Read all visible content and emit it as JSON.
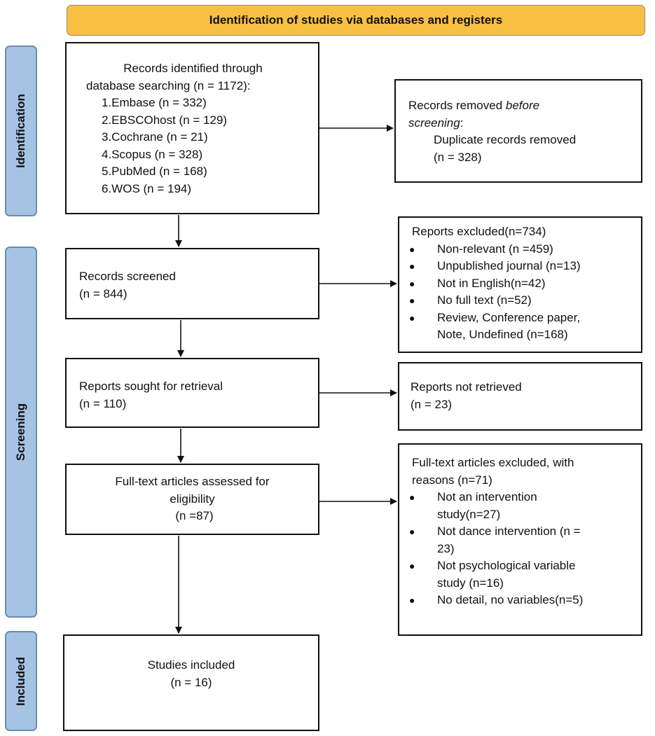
{
  "banner": "Identification of studies via databases and registers",
  "phases": {
    "identification": "Identification",
    "screening": "Screening",
    "included": "Included"
  },
  "identified": {
    "line1": "Records identified through",
    "line2": "database searching (n = 1172):",
    "sources": [
      "1.Embase (n = 332)",
      "2.EBSCOhost (n = 129)",
      "3.Cochrane (n = 21)",
      "4.Scopus (n = 328)",
      "5.PubMed (n = 168)",
      "6.WOS (n = 194)"
    ]
  },
  "removed": {
    "prefix": "Records removed ",
    "em1": "before",
    "em2": "screening",
    "colon": ":",
    "detail": "Duplicate records removed",
    "count": "(n = 328)"
  },
  "screened": {
    "title": "Records screened",
    "count": "(n = 844)"
  },
  "excluded_reports": {
    "title": "Reports excluded(n=734)",
    "items": [
      "Non-relevant (n =459)",
      "Unpublished journal (n=13)",
      "Not in English(n=42)",
      "No full text (n=52)"
    ],
    "item5_line1": "Review, Conference paper,",
    "item5_line2": "Note, Undefined (n=168)"
  },
  "sought": {
    "title": "Reports sought for retrieval",
    "count": "(n = 110)"
  },
  "not_retrieved": {
    "title": "Reports not retrieved",
    "count": "(n = 23)"
  },
  "assessed": {
    "line1": "Full-text articles assessed for",
    "line2": "eligibility",
    "count": "(n =87)"
  },
  "fulltext_excluded": {
    "line1": "Full-text articles excluded, with",
    "line2": "reasons (n=71)",
    "items": [
      [
        "Not an intervention",
        "study(n=27)"
      ],
      [
        "Not dance intervention (n =",
        "23)"
      ],
      [
        "Not psychological variable",
        "study (n=16)"
      ],
      [
        "No detail, no variables(n=5)"
      ]
    ]
  },
  "included": {
    "title": "Studies included",
    "count": "(n = 16)"
  }
}
